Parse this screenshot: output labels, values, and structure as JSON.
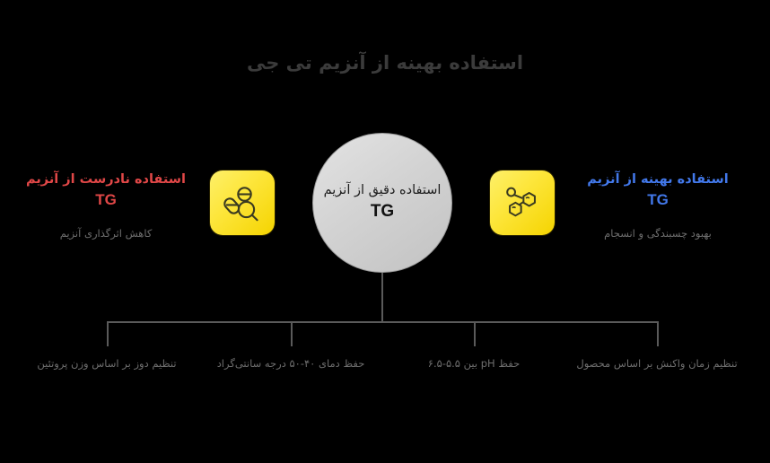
{
  "page": {
    "background_color": "#000000",
    "title": "استفاده بهینه از آنزیم تی جی",
    "title_color": "#3b3b3b"
  },
  "center_node": {
    "name": "central-concept",
    "line1": "استفاده دقیق از آنزیم",
    "line2": "TG",
    "fill_color": "#d3d3d3",
    "border_color": "#9b9b9b"
  },
  "sides": {
    "left": {
      "icon_name": "pills-magnifier-icon",
      "icon_background": "#fde63c",
      "heading": "استفاده نادرست از آنزیم",
      "heading_badge": "TG",
      "heading_color": "#e04747",
      "subtitle": "کاهش اثرگذاری آنزیم",
      "subtitle_color": "#6e6e6e"
    },
    "right": {
      "icon_name": "molecule-icon",
      "icon_background": "#fde63c",
      "heading": "استفاده بهینه از آنزیم",
      "heading_badge": "TG",
      "heading_color": "#4278ea",
      "subtitle": "بهبود چسبندگی و انسجام",
      "subtitle_color": "#6e6e6e"
    }
  },
  "branches": [
    {
      "label": "تنظیم دوز بر اساس وزن پروتئین"
    },
    {
      "label": "حفظ دمای ۴۰-۵۰ درجه سانتی‌گراد"
    },
    {
      "label": "حفظ pH بین ۵.۵-۶.۵"
    },
    {
      "label": "تنظیم زمان واکنش بر اساس محصول"
    }
  ],
  "connectors": {
    "color": "#5a5a5a"
  }
}
